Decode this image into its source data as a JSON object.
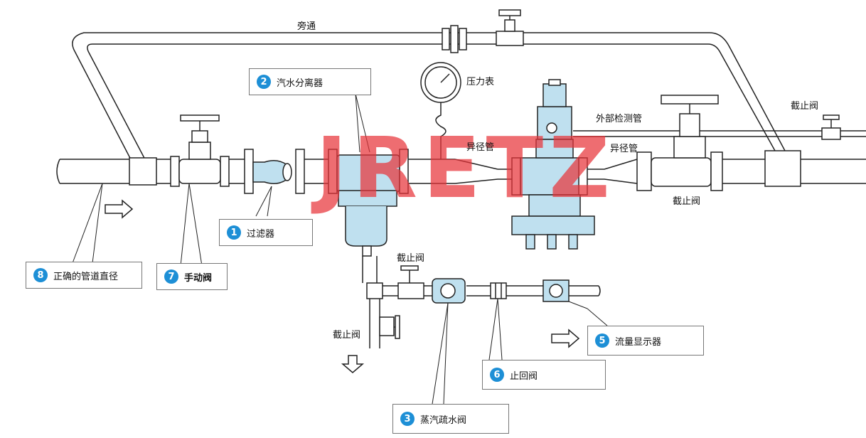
{
  "watermark": "JRETZ",
  "labels": {
    "bypass": "旁通",
    "pressure_gauge": "压力表",
    "external_sensing": "外部检测管",
    "reducer_left": "异径管",
    "reducer_right": "异径管",
    "stop_valve_far_right": "截止阀",
    "stop_valve_right": "截止阀",
    "stop_valve_drain_top": "截止阀",
    "stop_valve_drain_side": "截止阀"
  },
  "callouts": [
    {
      "num": "8",
      "text": "正确的管道直径"
    },
    {
      "num": "7",
      "text": "手动阀"
    },
    {
      "num": "1",
      "text": "过滤器"
    },
    {
      "num": "2",
      "text": "汽水分离器"
    },
    {
      "num": "3",
      "text": "蒸汽疏水阀"
    },
    {
      "num": "6",
      "text": "止回阀"
    },
    {
      "num": "5",
      "text": "流量显示器"
    }
  ],
  "colors": {
    "accent": "#1d8fd6",
    "equipment": "#bfe0ef",
    "watermark": "#e8353a",
    "line": "#222222"
  }
}
